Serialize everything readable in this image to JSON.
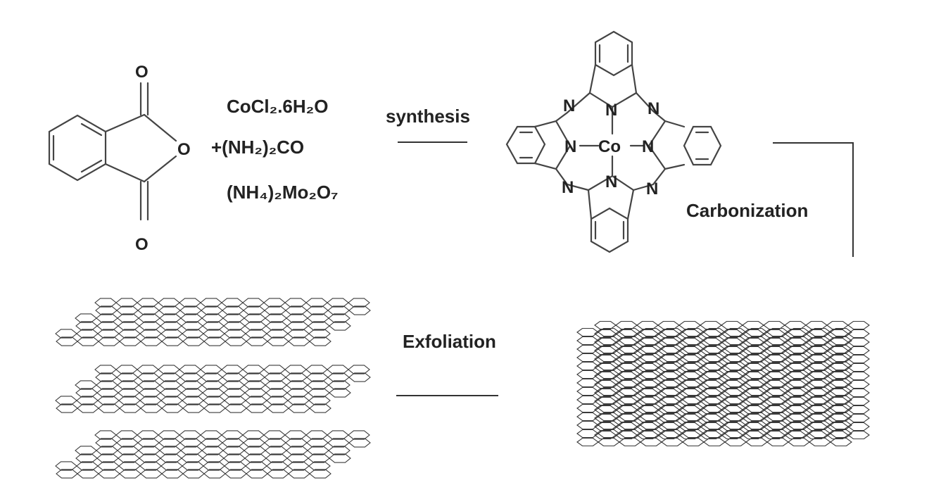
{
  "reactants": {
    "reagent_1": "CoCl₂.6H₂O",
    "reagent_2": "+(NH₂)₂CO",
    "reagent_3": "(NH₄)₂Mo₂O₇"
  },
  "anhydride_atoms": {
    "o_top": "O",
    "o_ring": "O",
    "o_bottom": "O"
  },
  "steps": {
    "synthesis": "synthesis",
    "carbonization": "Carbonization",
    "exfoliation": "Exfoliation"
  },
  "phthalocyanine_atoms": {
    "metal": "Co",
    "n_left": "N",
    "n_right": "N",
    "n_top": "N",
    "n_bottom": "N",
    "n_aza_top_left": "N",
    "n_aza_top_right": "N",
    "n_aza_bottom_left": "N",
    "n_aza_bottom_right": "N"
  },
  "colors": {
    "line": "#444444",
    "text": "#222222",
    "background": "#ffffff"
  }
}
